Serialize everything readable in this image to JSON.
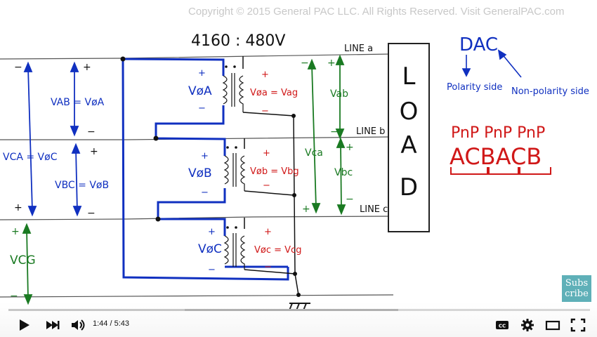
{
  "copyright": "Copyright © 2015 General PAC LLC. All Rights Reserved. Visit GeneralPAC.com",
  "subscribe": {
    "line1": "Subs",
    "line2": "cribe"
  },
  "player": {
    "current_time": "1:44",
    "duration": "5:43",
    "time_display": "1:44 / 5:43",
    "progress_fraction": 0.303,
    "buffered_fraction": 0.67
  },
  "colors": {
    "black": "#111111",
    "blue": "#1030c0",
    "red": "#d01818",
    "green": "#1a7a22",
    "subscribe_bg": "#5fb0b8"
  },
  "diagram": {
    "ratio": "4160 : 480V",
    "line_a": "LINE a",
    "line_b": "LINE b",
    "line_c": "LINE c",
    "load": [
      "L",
      "O",
      "A",
      "D"
    ],
    "v_ab_left": "VAB = VøA",
    "v_bc_left": "VBC = VøB",
    "v_ca_left": "VCA = VøC",
    "v_cg": "VCG",
    "v_phi_a": "VøA",
    "v_phi_b": "VøB",
    "v_phi_c": "VøC",
    "v_a_sec": "Vøa = Vag",
    "v_b_sec": "Vøb = Vbg",
    "v_c_sec": "Vøc = Vcg",
    "v_ab": "Vab",
    "v_bc": "Vbc",
    "v_ca": "Vca",
    "d_ac": "DAC",
    "polarity": "Polarity side",
    "non_polarity": "Non-polarity side",
    "pnp": "PnP PnP PnP",
    "acbacb": "ACBACB"
  }
}
